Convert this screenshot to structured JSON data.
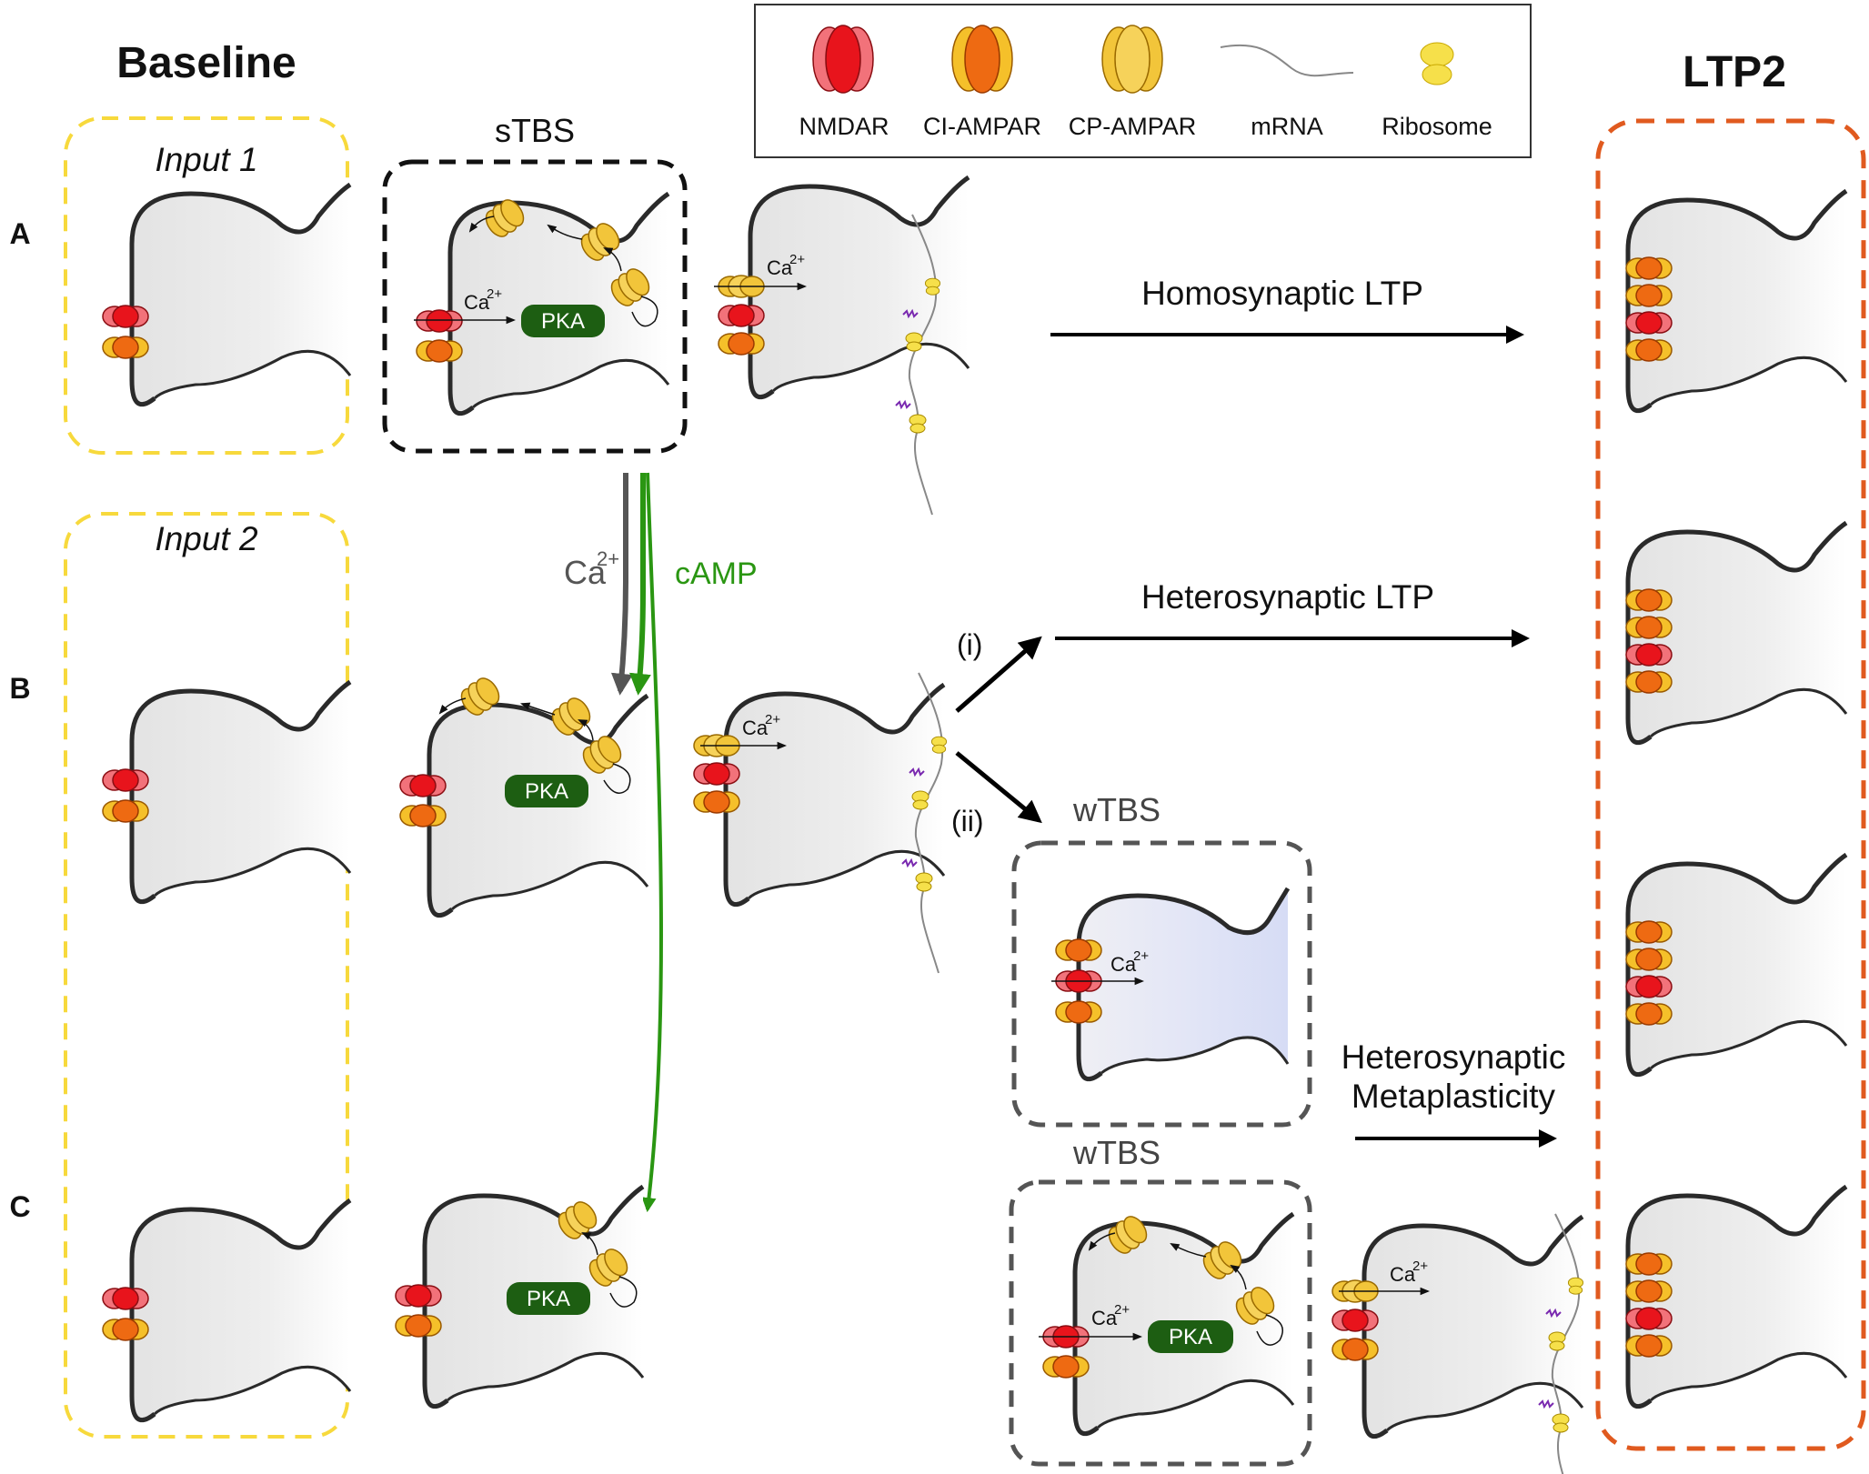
{
  "headers": {
    "baseline": "Baseline",
    "ltp2": "LTP2"
  },
  "rows": [
    "A",
    "B",
    "C"
  ],
  "inputs": [
    "Input 1",
    "Input 2"
  ],
  "stimuli": {
    "strong": "sTBS",
    "weak_1": "wTBS",
    "weak_2": "wTBS"
  },
  "legend": {
    "items": [
      {
        "label": "NMDAR",
        "icon": "nmdar-receptor-icon"
      },
      {
        "label": "CI-AMPAR",
        "icon": "ci-ampar-receptor-icon"
      },
      {
        "label": "CP-AMPAR",
        "icon": "cp-ampar-receptor-icon"
      },
      {
        "label": "mRNA",
        "icon": "mrna-strand-icon"
      },
      {
        "label": "Ribosome",
        "icon": "ribosome-icon"
      }
    ]
  },
  "signals": {
    "calcium": "Ca",
    "calcium_sup": "2+",
    "camp": "cAMP",
    "pka": "PKA"
  },
  "pathways": {
    "homosynaptic": "Homosynaptic LTP",
    "heterosynaptic": "Heterosynaptic LTP",
    "metaplasticity_line1": "Heterosynaptic",
    "metaplasticity_line2": "Metaplasticity",
    "branch_i": "(i)",
    "branch_ii": "(ii)"
  },
  "colors": {
    "nmdar": "#e8141c",
    "ci_ampar": "#ee6a12",
    "cp_ampar": "#f2c53a",
    "input_box": "#f7d93c",
    "ltp2_box": "#e05a1f",
    "strong_box": "#111111",
    "weak_box": "#555555",
    "camp": "#2a9612",
    "pka": "#1d5e12",
    "calcium_arrow": "#555555"
  }
}
